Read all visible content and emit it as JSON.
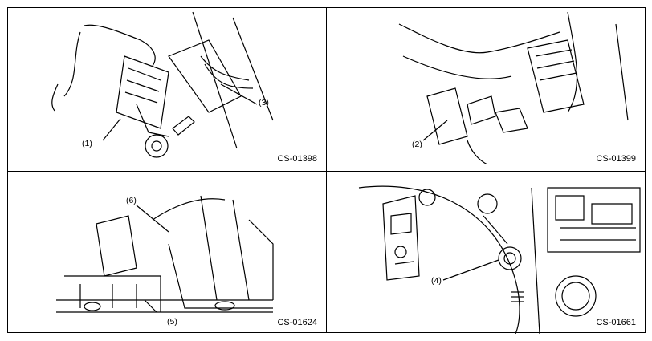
{
  "panels": [
    {
      "code": "CS-01398",
      "callouts": [
        "(1)",
        "(3)"
      ]
    },
    {
      "code": "CS-01399",
      "callouts": [
        "(2)"
      ]
    },
    {
      "code": "CS-01624",
      "callouts": [
        "(6)",
        "(5)"
      ]
    },
    {
      "code": "CS-01661",
      "callouts": [
        "(4)"
      ]
    }
  ],
  "colors": {
    "line": "#000000",
    "background": "#ffffff"
  }
}
